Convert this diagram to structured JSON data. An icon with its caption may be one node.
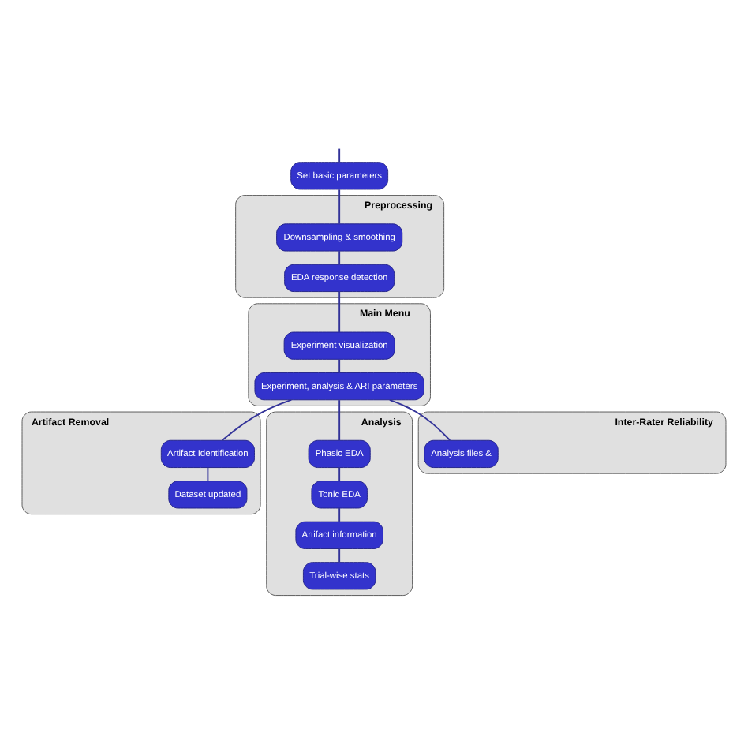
{
  "diagram": {
    "nodes": [
      {
        "text": [
          "Set basic parameters"
        ]
      },
      {
        "text": [
          "Preprocessing"
        ]
      },
      {
        "text": [
          "Downsampling & smoothing"
        ],
        "in": 1
      },
      {
        "text": [
          "EDA response detection"
        ],
        "in": 1
      },
      {
        "text": [
          "Main Menu"
        ]
      },
      {
        "text": [
          "Experiment visualization"
        ],
        "in": 4
      },
      {
        "text": [
          "Experiment, analysis & ARI parameters"
        ],
        "in": 4
      },
      {
        "text": [
          "Artifact Removal"
        ]
      },
      {
        "text": [
          "Artifact Identification"
        ],
        "in": 7
      },
      {
        "text": [
          "Dataset updated"
        ],
        "in": 7
      },
      {
        "text": [
          "Analysis"
        ]
      },
      {
        "text": [
          "Phasic EDA"
        ],
        "in": 10
      },
      {
        "text": [
          "Tonic EDA"
        ],
        "in": 10
      },
      {
        "text": [
          "Artifact information"
        ],
        "in": 10
      },
      {
        "text": [
          "Trial-wise stats"
        ],
        "in": 10
      },
      {
        "text": [
          "Inter-Rater Reliability"
        ]
      },
      {
        "text": [
          "Analysis files &"
        ],
        "in": 15
      }
    ],
    "edges": [
      {
        "from": null,
        "to": 0,
        "arrow": "none"
      },
      {
        "from": 0,
        "to": 2,
        "arrow": "none"
      },
      {
        "from": 2,
        "to": 3,
        "arrow": "none"
      },
      {
        "from": 3,
        "to": 5,
        "arrow": "none"
      },
      {
        "from": 5,
        "to": 6,
        "arrow": "none"
      },
      {
        "from": 6,
        "to": 8,
        "arrow": "none"
      },
      {
        "from": 6,
        "to": 11,
        "arrow": "none"
      },
      {
        "from": 6,
        "to": 16,
        "arrow": "none"
      },
      {
        "from": 8,
        "to": 9,
        "arrow": "none"
      },
      {
        "from": 11,
        "to": 12,
        "arrow": "none"
      },
      {
        "from": 12,
        "to": 13,
        "arrow": "none"
      },
      {
        "from": 13,
        "to": 14,
        "arrow": "none"
      }
    ]
  }
}
